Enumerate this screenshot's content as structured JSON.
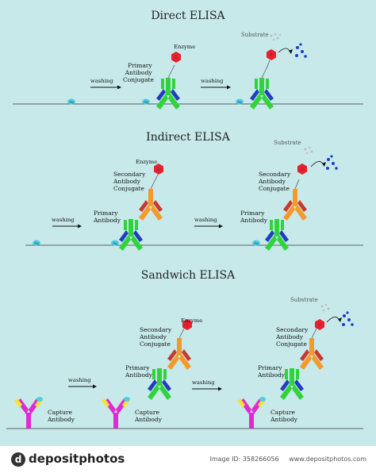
{
  "titles": {
    "direct": "Direct ELISA",
    "indirect": "Indirect ELISA",
    "sandwich": "Sandwich ELISA"
  },
  "labels": {
    "enzyme": "Enzyme",
    "substrate": "Substrate",
    "washing": "washing",
    "primary_antibody_conjugate": [
      "Primary",
      "Antibody",
      "Conjugate"
    ],
    "secondary_antibody_conjugate": [
      "Secondary",
      "Antibody",
      "Conjugate"
    ],
    "primary_antibody": [
      "Primary",
      "Antibody"
    ],
    "capture_antibody": [
      "Capture",
      "Antibody"
    ],
    "enzyme_symbol": "E",
    "antigen_symbol": "Ag"
  },
  "footer": {
    "logo": "depositphotos",
    "image_id": "Image ID: 358266056",
    "site": "www.depositphotos.com"
  },
  "colors": {
    "background": "#c8e9ea",
    "primary_antibody": "#2fd43b",
    "primary_tip": "#1f3fbf",
    "secondary_antibody": "#f39a2b",
    "secondary_tip": "#c63a2e",
    "capture_antibody": "#e02ad1",
    "capture_tip": "#f2e33a",
    "enzyme": "#e8202a",
    "antigen": "#4fd0e0",
    "substrate_product": "#1640c8"
  }
}
